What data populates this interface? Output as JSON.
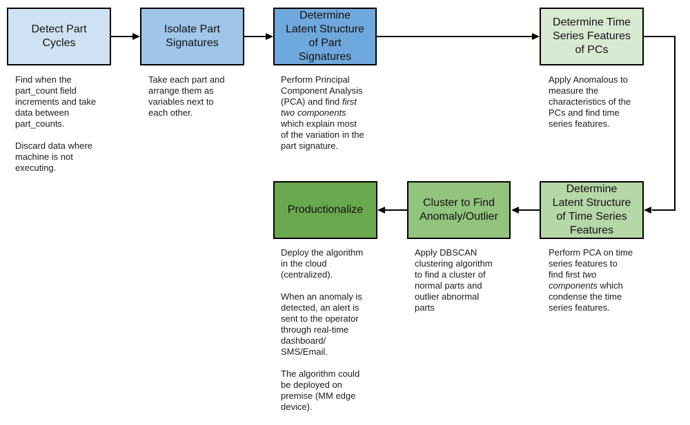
{
  "diagram": {
    "colors": {
      "background": "#ffffff",
      "border": "#000000",
      "arrow": "#000000",
      "text": "#1a1a1a",
      "fill_light_blue": "#cfe2f3",
      "fill_medium_blue": "#9fc5e8",
      "fill_blue": "#6fa8dc",
      "fill_pale_green": "#d9ead3",
      "fill_light_green": "#b6d7a8",
      "fill_medium_green": "#93c47d",
      "fill_green": "#6aa84f"
    },
    "boxes": [
      {
        "name": "detect-part-cycles",
        "title": "Detect Part\nCycles",
        "fill": "#cfe2f3",
        "description": [
          {
            "t": "Find when the\npart_count field\nincrements and take\ndata between\npart_counts.\n\nDiscard data where\nmachine is not\nexecuting."
          }
        ]
      },
      {
        "name": "isolate-part-signatures",
        "title": "Isolate Part\nSignatures",
        "fill": "#9fc5e8",
        "description": [
          {
            "t": "Take each part and\narrange them as\nvariables next to\neach other."
          }
        ]
      },
      {
        "name": "determine-latent-structure-of-part-signatures",
        "title": "Determine\nLatent Structure\nof Part\nSignatures",
        "fill": "#6fa8dc",
        "description": [
          {
            "t": "Perform Principal\nComponent Analysis\n(PCA) and find "
          },
          {
            "t": "first\ntwo components",
            "i": true
          },
          {
            "t": "\nwhich explain most\nof the variation in the\npart signature."
          }
        ]
      },
      {
        "name": "determine-time-series-features-of-pcs",
        "title": "Determine Time\nSeries Features\nof PCs",
        "fill": "#d9ead3",
        "description": [
          {
            "t": "Apply Anomalous to\nmeasure the\ncharacteristics of the\nPCs and find time\nseries features."
          }
        ]
      },
      {
        "name": "determine-latent-structure-of-time-series-features",
        "title": "Determine\nLatent Structure\nof Time Series\nFeatures",
        "fill": "#b6d7a8",
        "description": [
          {
            "t": "Perform PCA on time\nseries features to\nfind first "
          },
          {
            "t": "two\ncomponents",
            "i": true
          },
          {
            "t": " which\ncondense the time\nseries features."
          }
        ]
      },
      {
        "name": "cluster-to-find-anomaly-outlier",
        "title": "Cluster to Find\nAnomaly/Outlier",
        "fill": "#93c47d",
        "description": [
          {
            "t": "Apply DBSCAN\nclustering algorithm\nto find a cluster of\nnormal parts and\noutlier abnormal\nparts"
          }
        ]
      },
      {
        "name": "productionalize",
        "title": "Productionalize",
        "fill": "#6aa84f",
        "description": [
          {
            "t": "Deploy the algorithm\nin the cloud\n(centralized).\n\nWhen an anomaly is\ndetected, an alert is\nsent to the operator\nthrough real-time\ndashboard/\nSMS/Email.\n\nThe algorithm could\nbe deployed on\npremise (MM edge\ndevice)."
          }
        ]
      }
    ]
  }
}
